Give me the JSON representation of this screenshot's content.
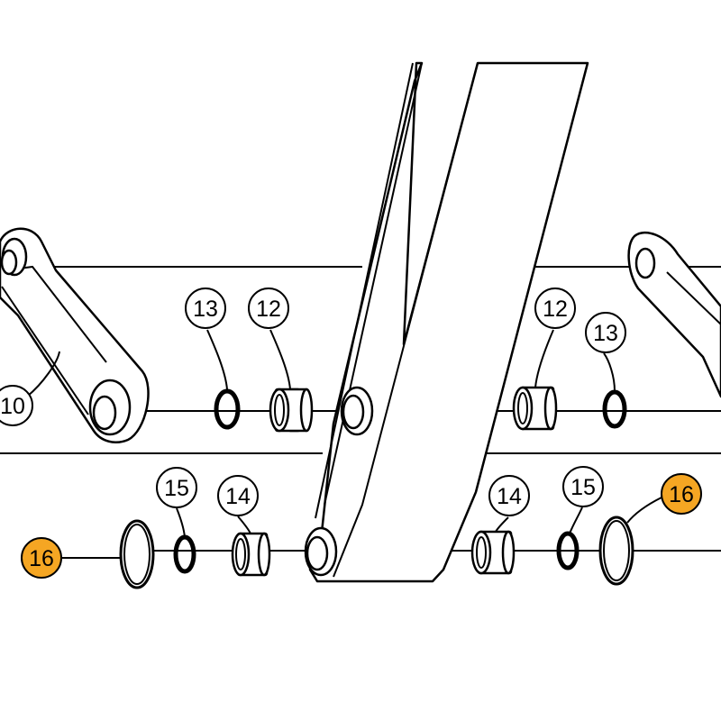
{
  "diagram": {
    "callouts": [
      {
        "id": "c13-left",
        "label": "13",
        "highlight": false
      },
      {
        "id": "c12-left",
        "label": "12",
        "highlight": false
      },
      {
        "id": "c10",
        "label": "10",
        "highlight": false
      },
      {
        "id": "c12-right",
        "label": "12",
        "highlight": false
      },
      {
        "id": "c13-right",
        "label": "13",
        "highlight": false
      },
      {
        "id": "c15-left",
        "label": "15",
        "highlight": false
      },
      {
        "id": "c14-left",
        "label": "14",
        "highlight": false
      },
      {
        "id": "c16-left",
        "label": "16",
        "highlight": true
      },
      {
        "id": "c14-right",
        "label": "14",
        "highlight": false
      },
      {
        "id": "c15-right",
        "label": "15",
        "highlight": false
      },
      {
        "id": "c16-right",
        "label": "16",
        "highlight": true
      }
    ],
    "colors": {
      "highlight": "#F5A623",
      "line": "#000000",
      "background": "#FFFFFF"
    }
  }
}
